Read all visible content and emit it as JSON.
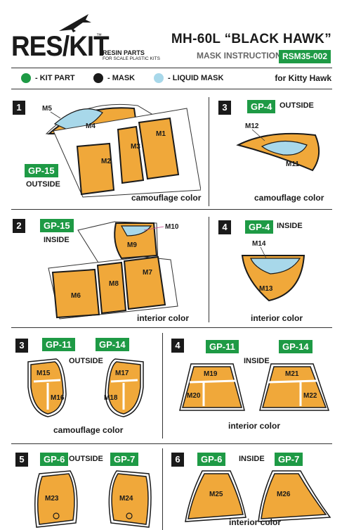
{
  "header": {
    "logo_text": "RES/KIT",
    "tm": "™",
    "tagline_1": "RESIN PARTS",
    "tagline_2": "FOR SCALE PLASTIC KITS",
    "title": "MH-60L “BLACK HAWK”",
    "subtitle": "MASK INSTRUCTION",
    "code": "RSM35-002"
  },
  "legend": {
    "kit_part": "- KIT PART",
    "mask": "- MASK",
    "liquid_mask": "- LIQUID MASK",
    "for_kit": "for Kitty Hawk"
  },
  "colors": {
    "accent": "#1e9a45",
    "mask": "#f0a83a",
    "liquid": "#a8d8ea",
    "dark": "#1a1a1a"
  },
  "panels": {
    "p1": {
      "num": "1",
      "badge": "GP-15",
      "side": "OUTSIDE",
      "caption": "camouflage color",
      "m": [
        "M5",
        "M4",
        "M1",
        "M3",
        "M2"
      ]
    },
    "p3a": {
      "num": "3",
      "badge": "GP-4",
      "side": "OUTSIDE",
      "caption": "camouflage color",
      "m": [
        "M12",
        "M11"
      ]
    },
    "p2": {
      "num": "2",
      "badge": "GP-15",
      "side": "INSIDE",
      "caption": "interior color",
      "m": [
        "M10",
        "M9",
        "M7",
        "M8",
        "M6"
      ]
    },
    "p4a": {
      "num": "4",
      "badge": "GP-4",
      "side": "INSIDE",
      "caption": "interior color",
      "m": [
        "M14",
        "M13"
      ]
    },
    "p3b": {
      "num": "3",
      "badge1": "GP-11",
      "badge2": "GP-14",
      "side": "OUTSIDE",
      "caption": "camouflage color",
      "m": [
        "M15",
        "M16",
        "M17",
        "M18"
      ]
    },
    "p4b": {
      "num": "4",
      "badge1": "GP-11",
      "badge2": "GP-14",
      "side": "INSIDE",
      "caption": "interior color",
      "m": [
        "M19",
        "M20",
        "M21",
        "M22"
      ]
    },
    "p5": {
      "num": "5",
      "badge1": "GP-6",
      "badge2": "GP-7",
      "side": "OUTSIDE",
      "m": [
        "M23",
        "M24"
      ]
    },
    "p6": {
      "num": "6",
      "badge1": "GP-6",
      "badge2": "GP-7",
      "side": "INSIDE",
      "caption": "interior color",
      "m": [
        "M25",
        "M26"
      ]
    }
  }
}
